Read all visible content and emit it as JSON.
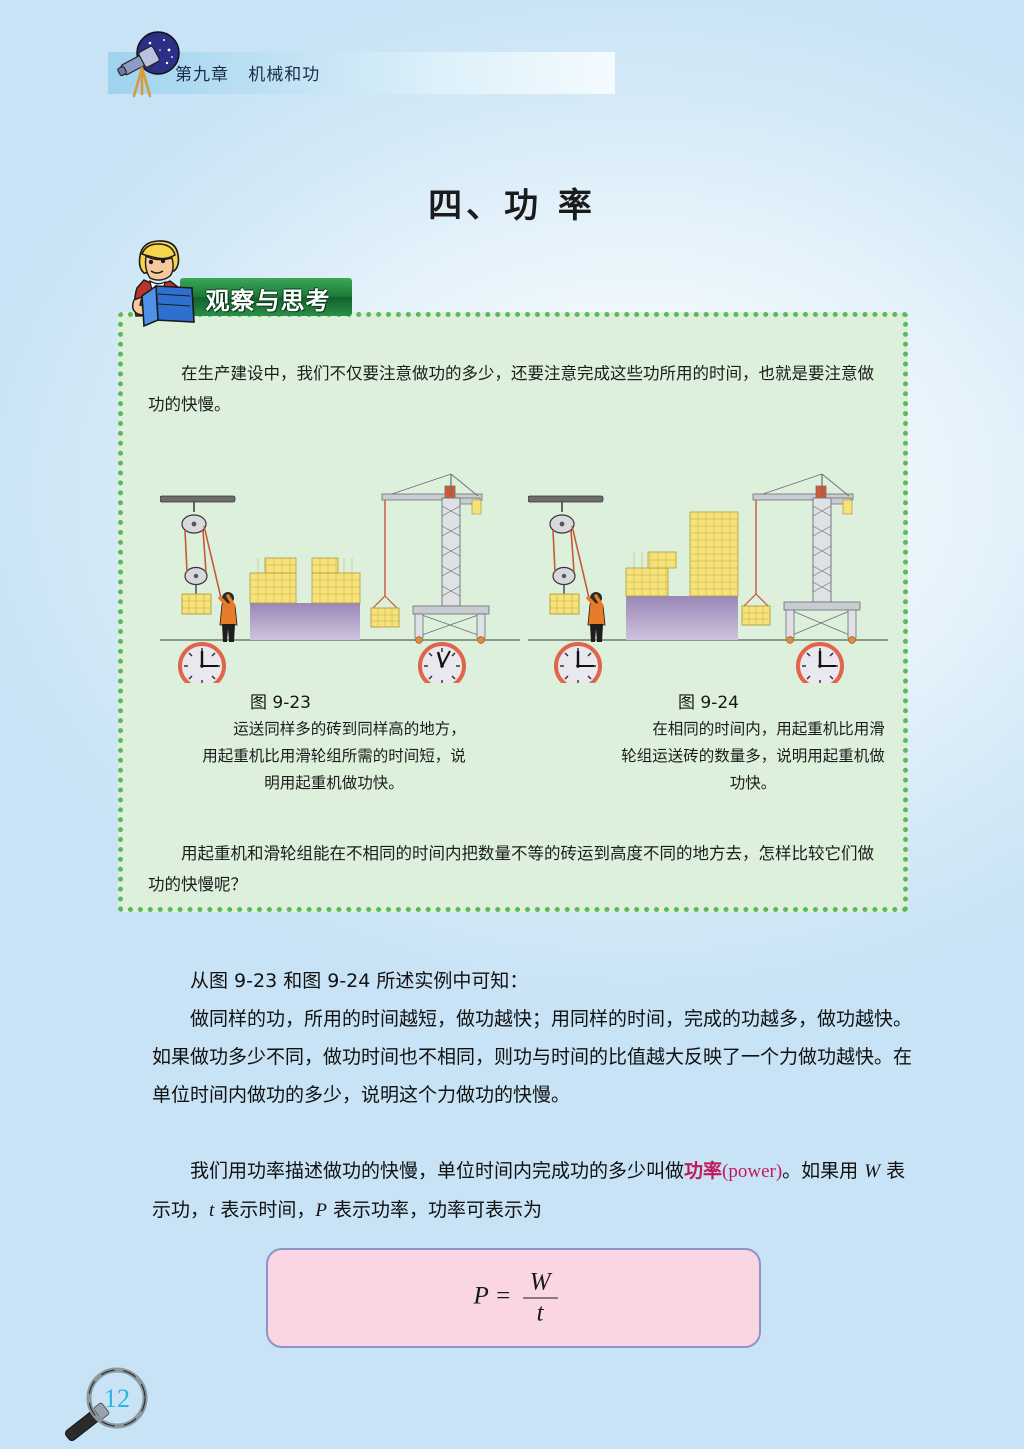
{
  "header": {
    "chapter_title": "第九章   机械和功",
    "icon": "telescope-icon"
  },
  "section": {
    "title": "四、功  率"
  },
  "observe_box": {
    "badge_label": "观察与思考",
    "badge_icon": "boy-reading-book-icon",
    "intro": "在生产建设中，我们不仅要注意做功的多少，还要注意完成这些功所用的时间，也就是要注意做功的快慢。",
    "closing": "用起重机和滑轮组能在不相同的时间内把数量不等的砖运到高度不同的地方去，怎样比较它们做功的快慢呢？",
    "figures": [
      {
        "number": "图 9-23",
        "caption": "运送同样多的砖到同样高的地方，用起重机比用滑轮组所需的时间短，说明用起重机做功快。",
        "left_clock": "12:15",
        "right_clock": "12:02",
        "left_scene": "pulley-worker",
        "right_scene": "tower-crane"
      },
      {
        "number": "图 9-24",
        "caption": "在相同的时间内，用起重机比用滑轮组运送砖的数量多，说明用起重机做功快。",
        "left_clock": "12:15",
        "right_clock": "12:15",
        "left_scene": "pulley-worker",
        "right_scene": "tower-crane"
      }
    ]
  },
  "body": {
    "p1": "从图 9-23 和图 9-24 所述实例中可知：",
    "p2_a": "做同样的功，所用的时间越短，做功越快；用同样的时间，完成的功越多，做功越快。如果做功多少不同，做功时间也不相同，则功与时间的比值越大反映了一个力做功越快。在单位时间内做功的多少，说明这个力做功的快慢。",
    "p3_a": "我们用功率描述做功的快慢，单位时间内完成功的多少叫做",
    "p3_kw": "功率",
    "p3_kw_en": "(power)",
    "p3_b": "。如果用 ",
    "p3_var_w": "W",
    "p3_c": " 表示功，",
    "p3_var_t": "t",
    "p3_d": " 表示时间，",
    "p3_var_p": "P",
    "p3_e": " 表示功率，功率可表示为"
  },
  "formula": {
    "lhs": "P",
    "equals": "=",
    "numerator": "W",
    "denominator": "t"
  },
  "footer": {
    "page_number": "12",
    "icon": "magnifier-icon"
  },
  "colors": {
    "page_background": "#ddeffa",
    "header_band": "#9ed3ee",
    "observe_box_bg": "#ddf0dc",
    "observe_box_border": "#5db85c",
    "badge_green": "#1d7a3a",
    "keyword_magenta": "#c2185b",
    "formula_box_bg": "#f9d6e2",
    "formula_box_border": "#8e93c8",
    "page_number_cyan": "#29b6e0",
    "brick_yellow": "#f5e27a",
    "platform_purple": "#b2a2c8",
    "clock_rim": "#e0654a"
  }
}
